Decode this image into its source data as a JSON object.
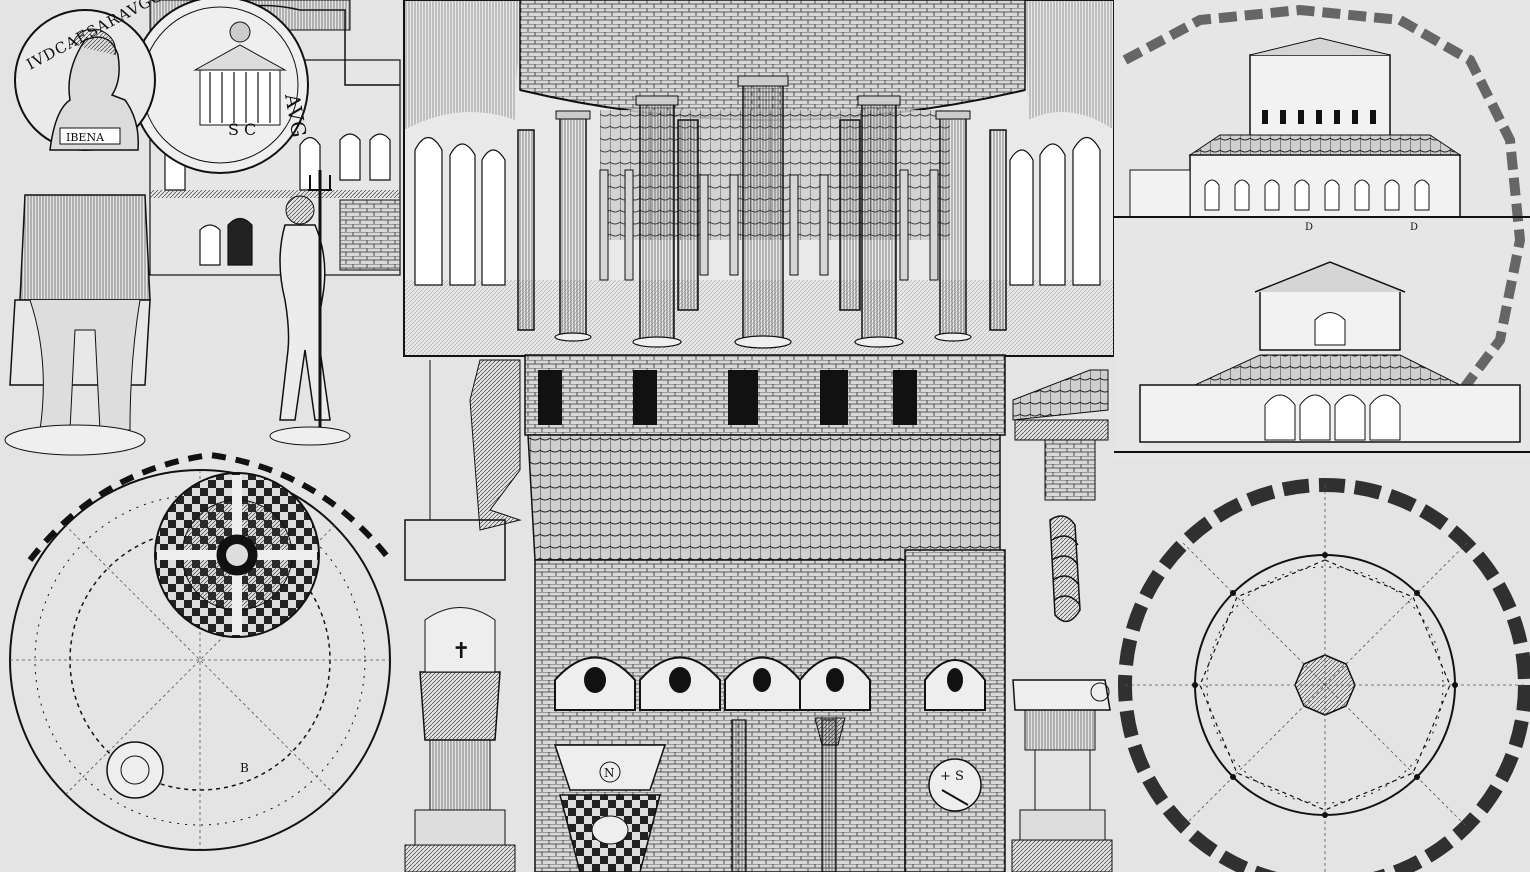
{
  "plate": {
    "coin_inscription_left": "IVDCAESARAVGGERM",
    "coin_inscription_right": "AVG",
    "coin_band_text": "IBENA",
    "coin_letters_bottom": "S C",
    "plan_letter_b": "B",
    "elevation_letter_d1": "D",
    "elevation_letter_d2": "D",
    "medallion_letters": "+ S",
    "medallion_letter_n": "N"
  },
  "colors": {
    "paper": "#e4e4e4",
    "ink": "#111111",
    "hatch": "#555555"
  }
}
